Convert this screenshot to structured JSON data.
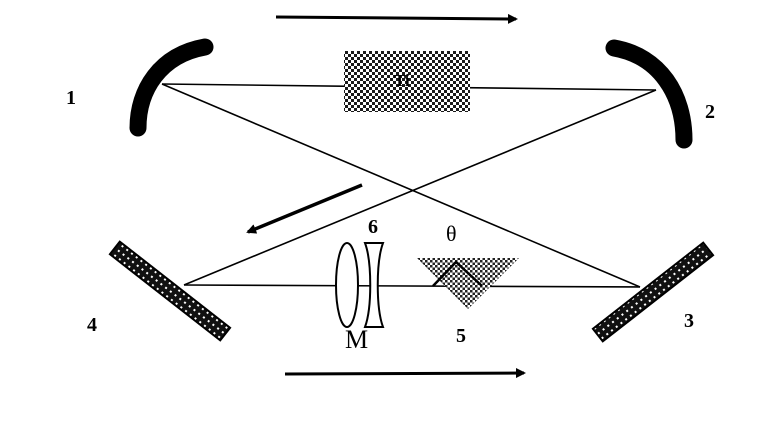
{
  "diagram": {
    "mirror_labels": [
      "1",
      "2",
      "3",
      "4"
    ],
    "crystal_label": "Ti",
    "prism_label": "5",
    "lens_label": "6",
    "angle_label": "θ",
    "element_label": "M"
  },
  "colors": {
    "ink": "#000000",
    "hatch": "#000000",
    "background": "#ffffff"
  }
}
